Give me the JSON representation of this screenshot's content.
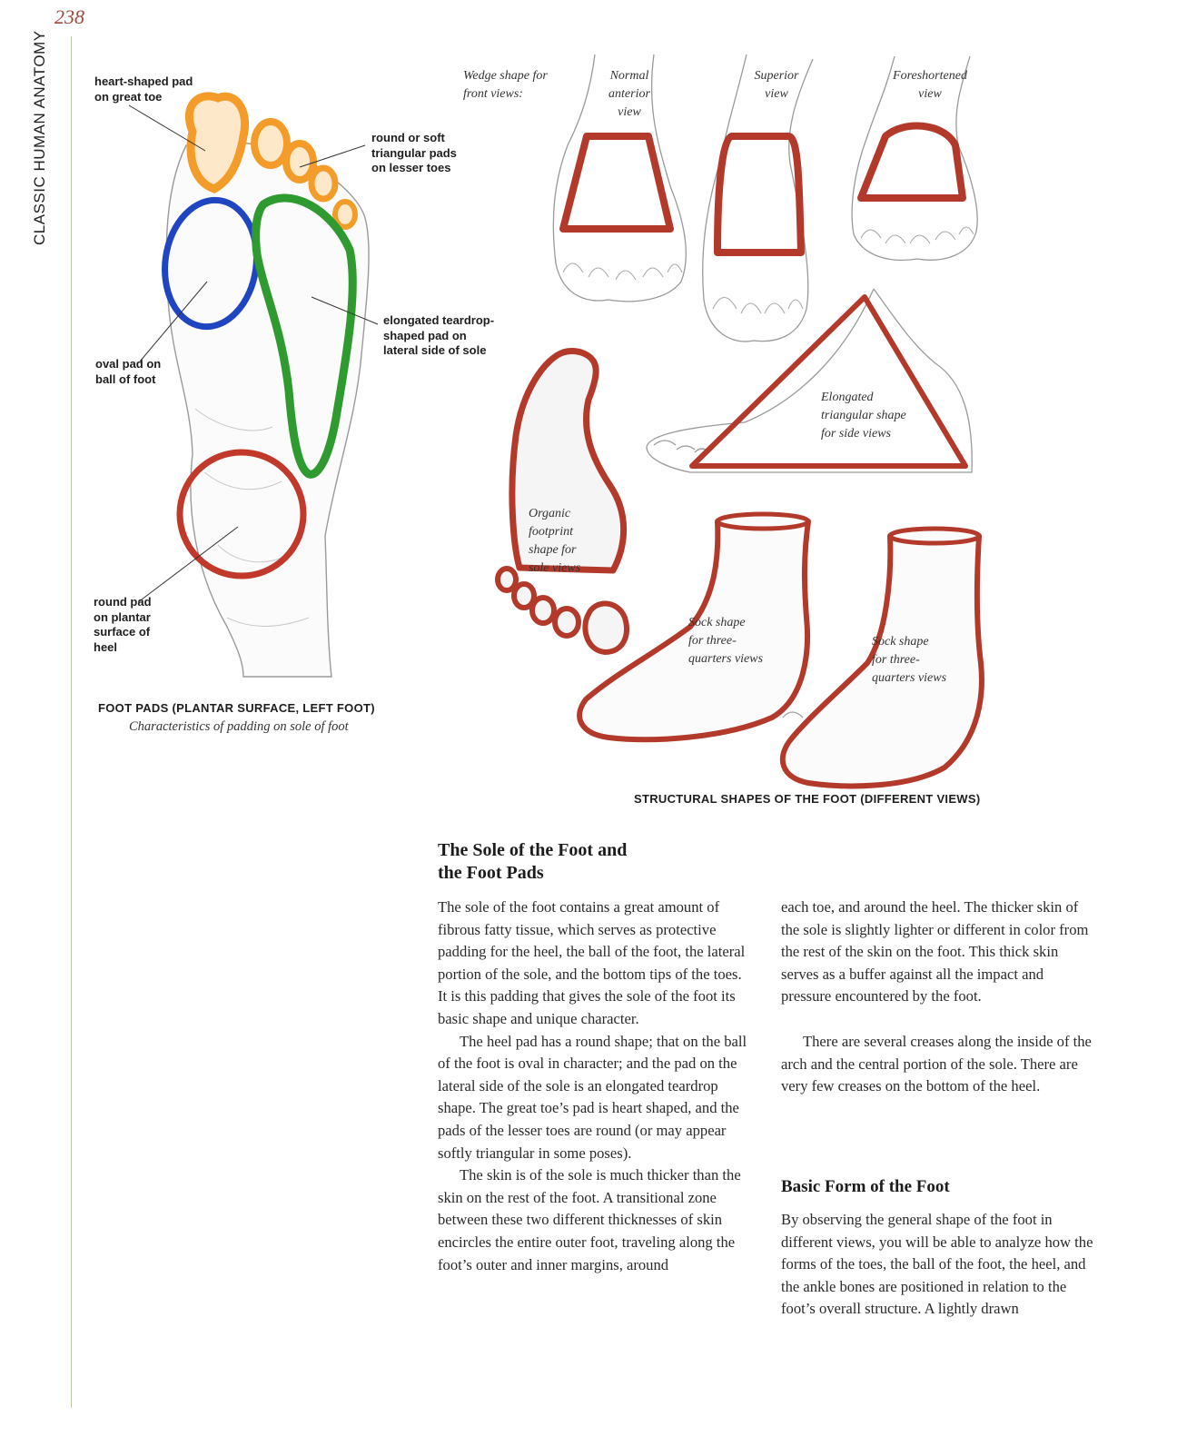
{
  "page": {
    "number": "238",
    "running_head": "CLASSIC HUMAN ANATOMY"
  },
  "foot_pads_figure": {
    "labels": {
      "great_toe": "heart-shaped pad\non great toe",
      "lesser_toes": "round or soft\ntriangular pads\non lesser toes",
      "lateral": "elongated teardrop-\nshaped pad on\nlateral side of sole",
      "ball": "oval pad on\nball of foot",
      "heel": "round pad\non plantar\nsurface of\nheel"
    },
    "caption_title": "FOOT PADS (PLANTAR SURFACE, LEFT FOOT)",
    "caption_sub": "Characteristics of padding on sole of foot",
    "colors": {
      "great_toe_pad": "#f39c2a",
      "lesser_toe_pads": "#f39c2a",
      "ball_pad": "#1f46c0",
      "lateral_pad": "#2f9a2f",
      "heel_pad": "#c0392b"
    }
  },
  "structural_figure": {
    "labels": {
      "wedge_intro": "Wedge shape for\nfront views:",
      "normal_anterior": "Normal\nanterior\nview",
      "superior": "Superior\nview",
      "foreshortened": "Foreshortened\nview",
      "elongated": "Elongated\ntriangular shape\nfor side views",
      "organic": "Organic\nfootprint\nshape for\nsole views",
      "sock_1": "Sock shape\nfor three-\nquarters views",
      "sock_2": "Sock shape\nfor three-\nquarters views"
    },
    "caption_title": "STRUCTURAL SHAPES OF THE FOOT (DIFFERENT VIEWS)",
    "outline_color": "#b3392b"
  },
  "section_sole": {
    "heading": "The Sole of the Foot and\nthe Foot Pads",
    "paragraphs": [
      "The sole of the foot contains a great amount of fibrous fatty tissue, which serves as protective padding for the heel, the ball of the foot, the lateral portion of the sole, and the bottom tips of the toes. It is this padding that gives the sole of the foot its basic shape and unique character.",
      "The heel pad has a round shape; that on the ball of the foot is oval in character; and the pad on the lateral side of the sole is an elongated teardrop shape. The great toe’s pad is heart shaped, and the pads of the lesser toes are round (or may appear softly triangular in some poses).",
      "The skin is of the sole is much thicker than the skin on the rest of the foot. A transitional zone between these two different thicknesses of skin encircles the entire outer foot, traveling along the foot’s outer and inner margins, around each toe, and around the heel. The thicker skin of the sole is slightly lighter or different in color from the rest of the skin on the foot. This thick skin serves as a buffer against all the impact and pressure encountered by the foot.",
      "There are several creases along the inside of the arch and the central portion of the sole. There are very few creases on the bottom of the heel."
    ]
  },
  "section_basic": {
    "heading": "Basic Form of the Foot",
    "paragraphs": [
      "By observing the general shape of the foot in different views, you will be able to analyze how the forms of the toes, the ball of the foot, the heel, and the ankle bones are positioned in relation to the foot’s overall structure. A lightly drawn"
    ]
  }
}
